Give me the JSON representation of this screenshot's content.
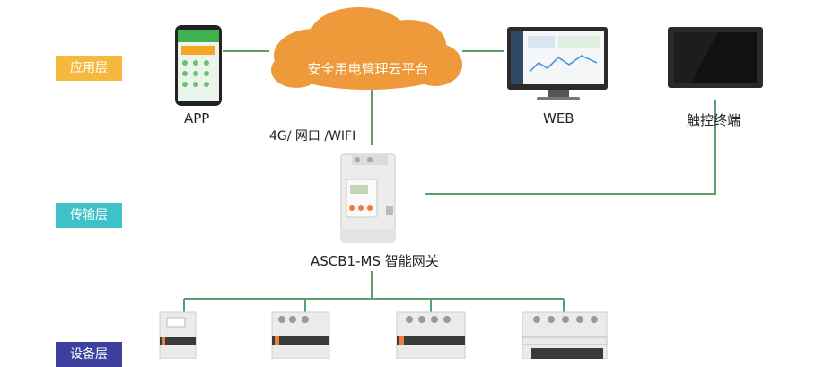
{
  "layers": {
    "application": {
      "label": "应用层",
      "color": "#f5b93d"
    },
    "transport": {
      "label": "传输层",
      "color": "#3ec2c8"
    },
    "device": {
      "label": "设备层",
      "color": "#3e3f9e"
    }
  },
  "cloud": {
    "label": "安全用电管理云平台",
    "color": "#ef9a3a"
  },
  "nodes": {
    "app": "APP",
    "web": "WEB",
    "terminal": "触控终端",
    "gateway": "ASCB1-MS 智能网关"
  },
  "link_label": "4G/ 网口 /WIFI",
  "line_color": "#5aa06e"
}
